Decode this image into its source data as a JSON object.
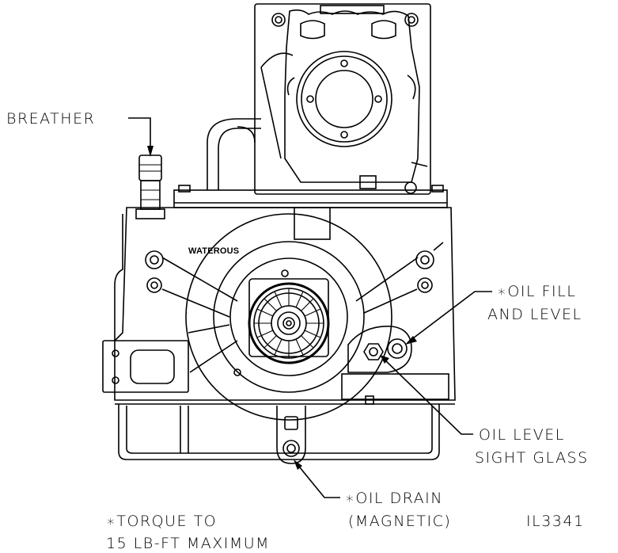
{
  "labels": {
    "breather": "BREATHER",
    "oil_fill_1": "∗OIL FILL",
    "oil_fill_2": "AND LEVEL",
    "sight_glass_1": "OIL LEVEL",
    "sight_glass_2": "SIGHT GLASS",
    "oil_drain_1": "∗OIL DRAIN",
    "oil_drain_2": "(MAGNETIC)",
    "torque_1": "∗TORQUE TO",
    "torque_2": "15 LB-FT MAXIMUM",
    "figure_id": "IL3341"
  },
  "brand": "WATEROUS"
}
